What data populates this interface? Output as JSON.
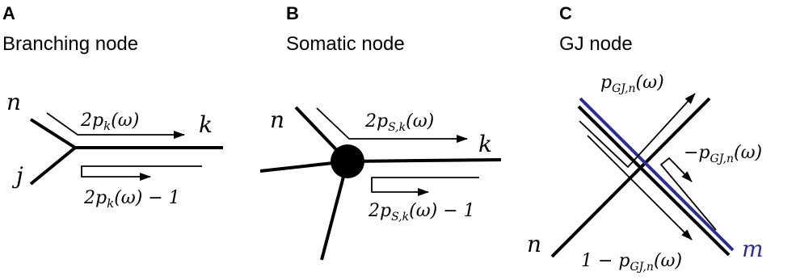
{
  "panels": [
    {
      "letter": "A",
      "title": "Branching node"
    },
    {
      "letter": "B",
      "title": "Somatic node"
    },
    {
      "letter": "C",
      "title": "GJ node"
    }
  ],
  "labels": {
    "a_n": "n",
    "a_j": "j",
    "a_k": "k",
    "a_upper_var": "2p",
    "a_upper_sub": "k",
    "a_upper_arg": "(ω)",
    "a_lower_var": "2p",
    "a_lower_sub": "k",
    "a_lower_arg": "(ω) − 1",
    "b_n": "n",
    "b_k": "k",
    "b_upper_var": "2p",
    "b_upper_sub": "S,k",
    "b_upper_arg": "(ω)",
    "b_lower_var": "2p",
    "b_lower_sub": "S,k",
    "b_lower_arg": "(ω) − 1",
    "c_top_var": "p",
    "c_top_sub": "GJ,n",
    "c_top_arg": "(ω)",
    "c_right_var": "−p",
    "c_right_sub": "GJ,n",
    "c_right_arg": "(ω)",
    "c_bottom_var": "1 − p",
    "c_bottom_sub": "GJ,n",
    "c_bottom_arg": "(ω)",
    "c_n": "n",
    "c_m": "m"
  },
  "colors": {
    "line": "#000000",
    "gj_branch": "#2e2e8f"
  }
}
